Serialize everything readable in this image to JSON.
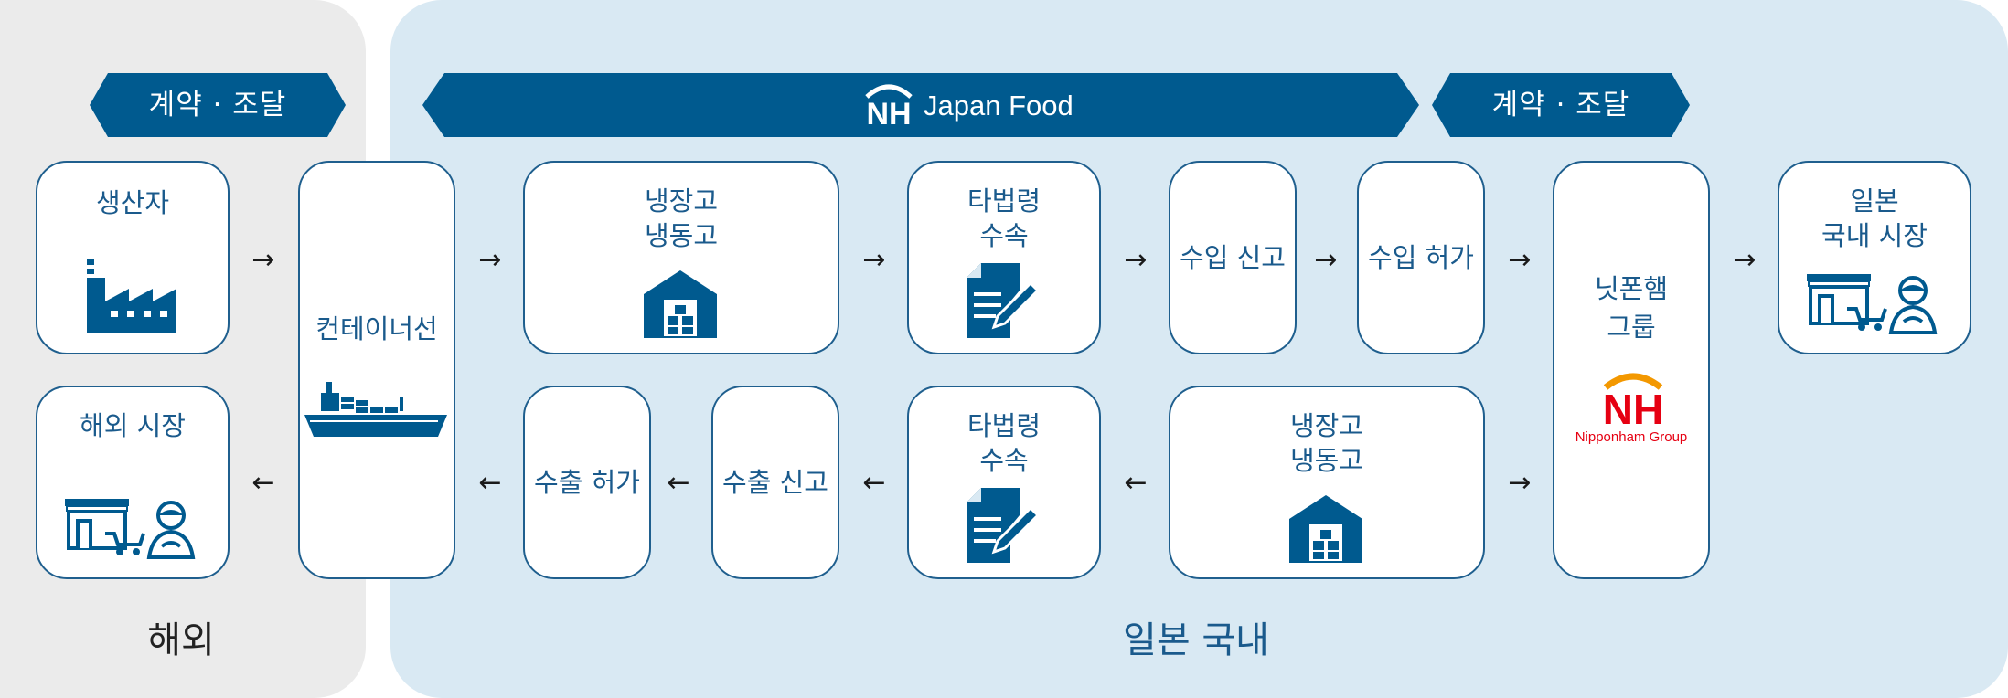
{
  "regions": {
    "overseas_label": "해외",
    "domestic_label": "일본 국내"
  },
  "banners": {
    "left_contract": "계약 · 조달",
    "main_logo_text": "Japan Food",
    "right_contract": "계약 · 조달"
  },
  "nodes": {
    "producer": "생산자",
    "overseas_market": "해외 시장",
    "container_ship": "컨테이너선",
    "cold_storage_in": [
      "냉장고",
      "냉동고"
    ],
    "legal_procedure_in": [
      "타법령",
      "수속"
    ],
    "import_declaration": "수입 신고",
    "import_permit": "수입 허가",
    "nipponham_group": [
      "닛폰햄",
      "그룹"
    ],
    "nipponham_logo_text": "Nipponham Group",
    "domestic_market": [
      "일본",
      "국내 시장"
    ],
    "export_permit": "수출 허가",
    "export_declaration": "수출 신고",
    "legal_procedure_out": [
      "타법령",
      "수속"
    ],
    "cold_storage_out": [
      "냉장고",
      "냉동고"
    ]
  },
  "arrows": {
    "right": "→",
    "left": "←"
  },
  "colors": {
    "brand_blue": "#005a8f",
    "node_border": "#1f5f8e",
    "domestic_bg": "#d9e9f3",
    "overseas_bg": "#ebebeb",
    "nh_red": "#e60012",
    "nh_orange": "#f39800"
  },
  "icons": {
    "producer": "factory-icon",
    "market": "shop-cart-person-icon",
    "ship": "container-ship-icon",
    "storage": "warehouse-icon",
    "procedure": "document-pen-icon"
  }
}
